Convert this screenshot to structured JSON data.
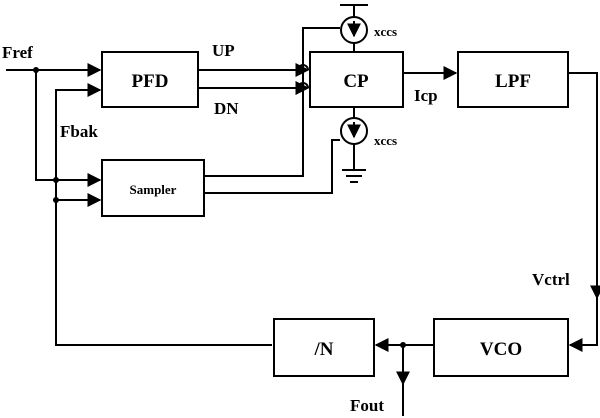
{
  "blocks": {
    "pfd": "PFD",
    "cp": "CP",
    "lpf": "LPF",
    "sampler": "Sampler",
    "vco": "VCO",
    "divider": "/N"
  },
  "signals": {
    "fref": "Fref",
    "fbak": "Fbak",
    "up": "UP",
    "dn": "DN",
    "icp": "Icp",
    "vctrl": "Vctrl",
    "fout": "Fout"
  },
  "sources": {
    "top": "xccs",
    "bottom": "xccs"
  }
}
